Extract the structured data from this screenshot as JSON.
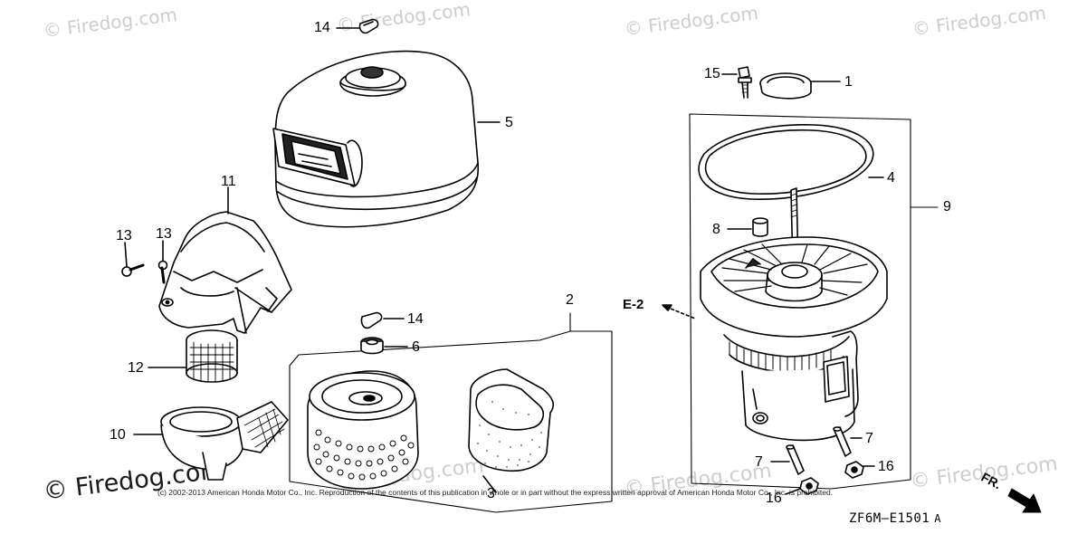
{
  "watermarks": [
    "© Firedog.com",
    "© Firedog.com",
    "© Firedog.com",
    "© Firedog.com",
    "© Firedog.com",
    "© Firedog.com",
    "© Firedog.com",
    "© Firedog.com"
  ],
  "copyright": "(c) 2002-2013 American Honda Motor Co., Inc. Reproduction of the contents of this publication in whole or in part without the express written approval of American Honda Motor Co., Inc. is prohibited.",
  "part_numbers": [
    "1",
    "2",
    "3",
    "4",
    "5",
    "6",
    "7",
    "7",
    "8",
    "9",
    "10",
    "11",
    "12",
    "13",
    "13",
    "14",
    "14",
    "15",
    "16",
    "16"
  ],
  "ref_label": "E-2",
  "diagram_code": "ZF6M—E1501",
  "diagram_rev": "A",
  "direction_label": "FR."
}
